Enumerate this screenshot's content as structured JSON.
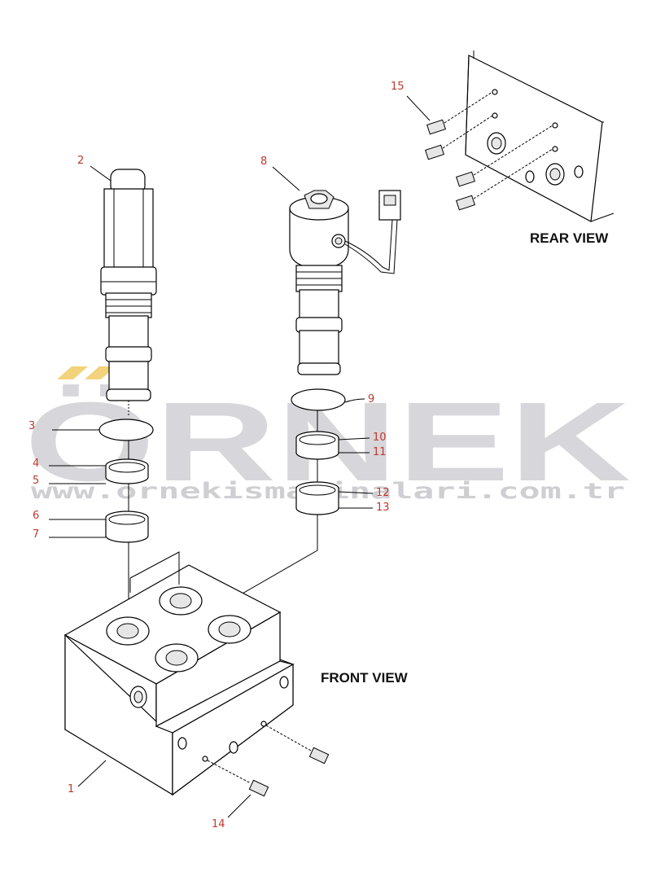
{
  "watermark": {
    "brand": "ÖRNEK",
    "url": "www.ornekismakinalari.com.tr",
    "accent_color": "#f2d27a"
  },
  "views": {
    "rear": "REAR VIEW",
    "front": "FRONT VIEW"
  },
  "callouts": [
    "1",
    "2",
    "3",
    "4",
    "5",
    "6",
    "7",
    "8",
    "9",
    "10",
    "11",
    "12",
    "13",
    "14",
    "15"
  ],
  "colors": {
    "callout": "#c0392b",
    "line": "#000000",
    "watermark": "#d7d7db"
  }
}
